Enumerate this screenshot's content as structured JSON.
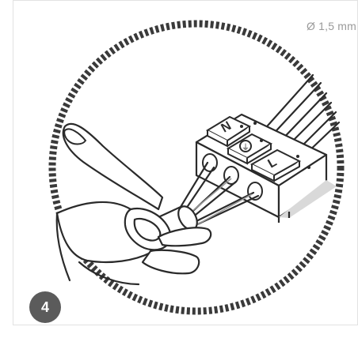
{
  "step": {
    "number": "4"
  },
  "spec": {
    "diameter_text": "Ø 1,5 mm"
  },
  "connector": {
    "labels": [
      "N",
      "⏚",
      "L"
    ]
  },
  "colors": {
    "badge": "#5b5b5b",
    "ring": "#3a3a3a",
    "line": "#2a2a2a",
    "label_text": "#9a9a9a"
  },
  "icons": {
    "earth": "ground-symbol-icon"
  }
}
